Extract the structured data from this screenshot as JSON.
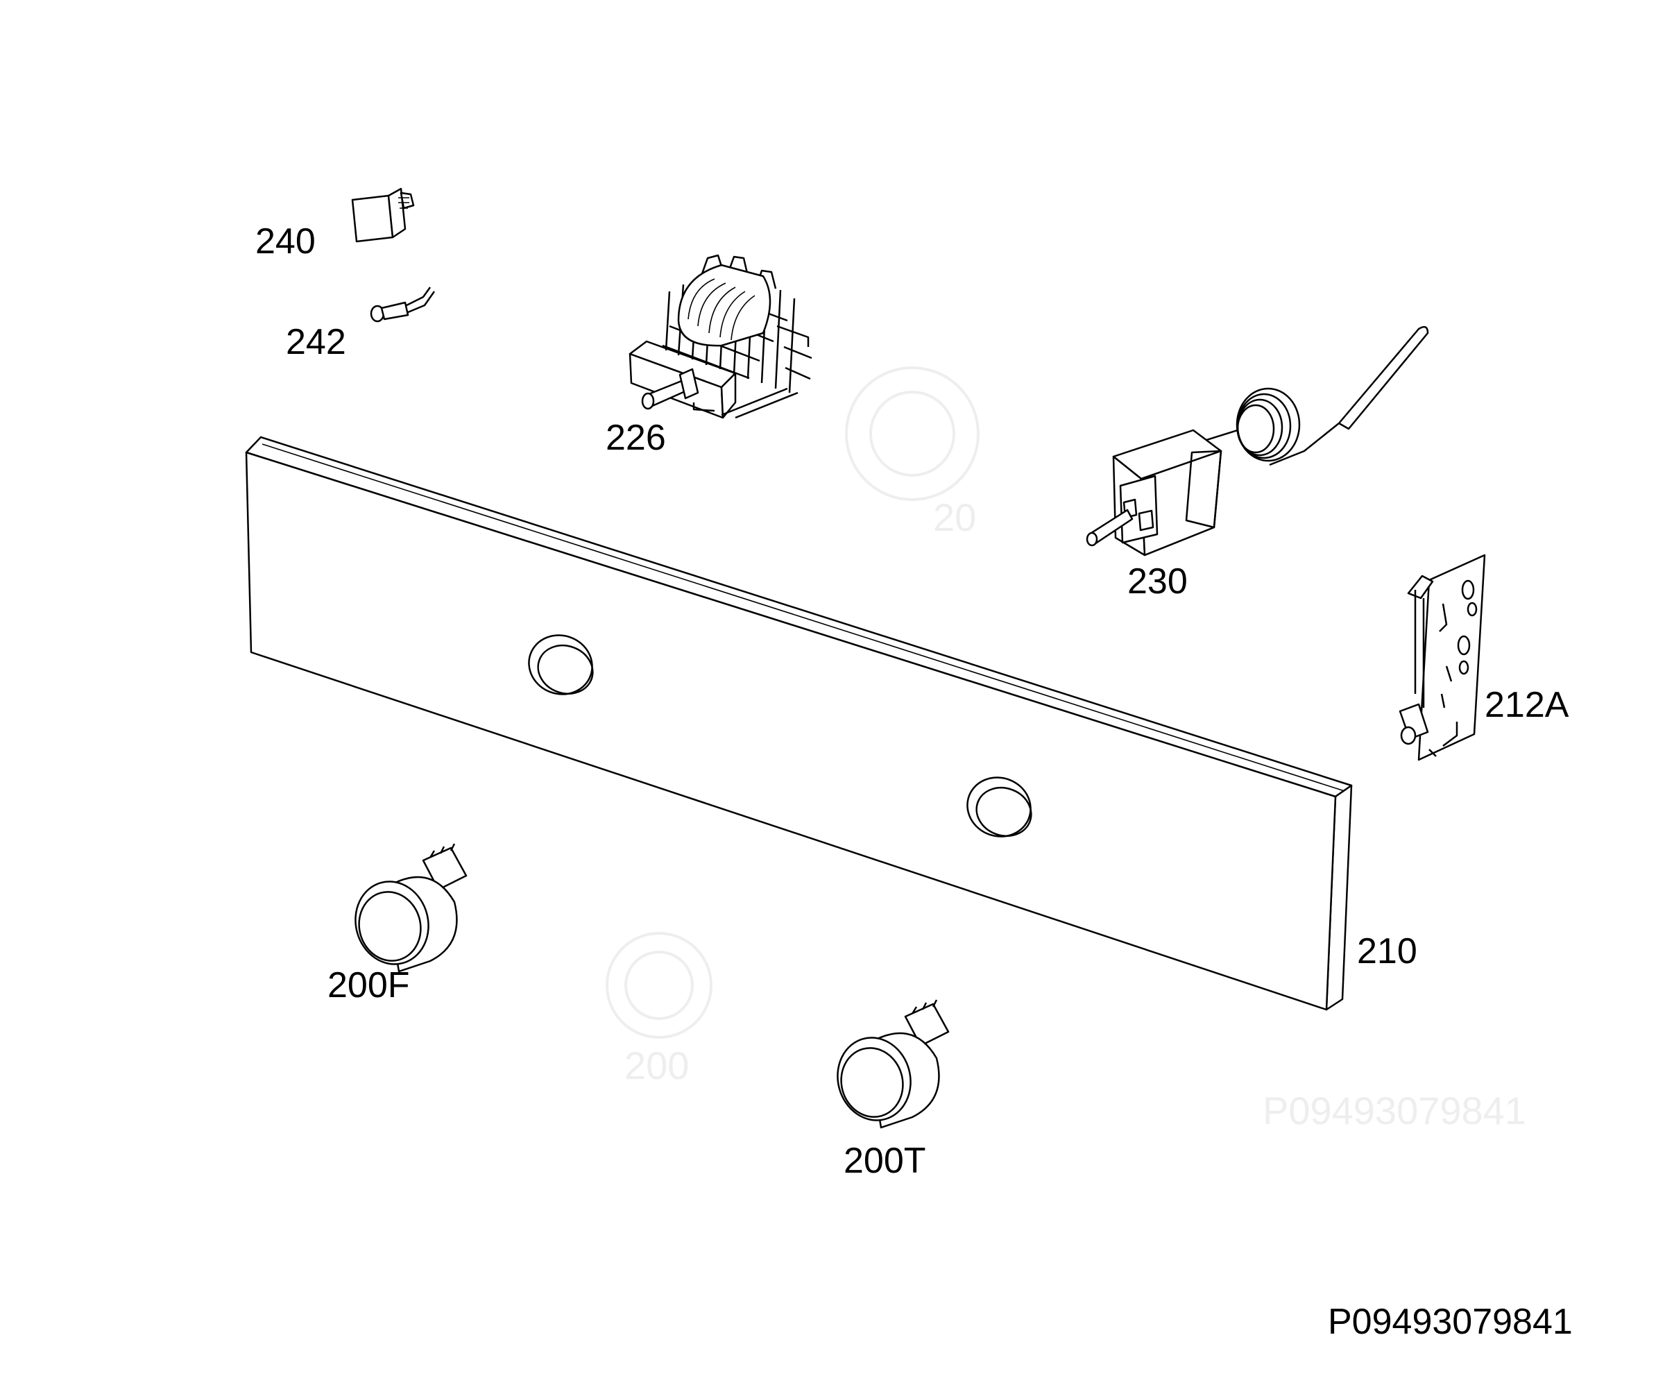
{
  "parts": [
    {
      "id": "240",
      "label": "240"
    },
    {
      "id": "242",
      "label": "242"
    },
    {
      "id": "226",
      "label": "226"
    },
    {
      "id": "230",
      "label": "230"
    },
    {
      "id": "212A",
      "label": "212A"
    },
    {
      "id": "210",
      "label": "210"
    },
    {
      "id": "200F",
      "label": "200F"
    },
    {
      "id": "200T",
      "label": "200T"
    }
  ],
  "document_reference": "P09493079841"
}
